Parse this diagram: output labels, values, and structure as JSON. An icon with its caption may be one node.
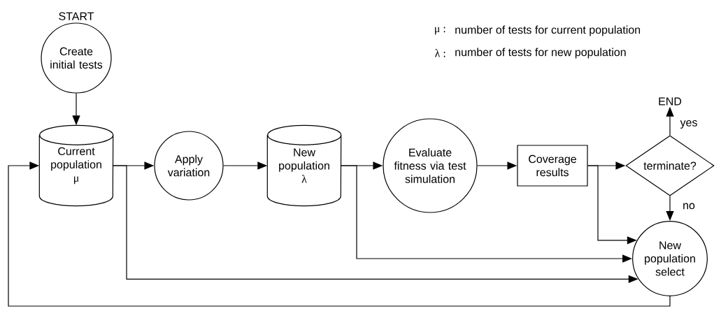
{
  "diagram": {
    "nodes": [
      {
        "text": [
          "START",
          "Create initial tests"
        ]
      },
      {
        "text": [
          "Current population",
          "μ"
        ]
      },
      {
        "text": [
          "Apply variation"
        ]
      },
      {
        "text": [
          "New population",
          "λ"
        ]
      },
      {
        "text": [
          "Evaluate fitness via test simulation"
        ]
      },
      {
        "text": [
          "Coverage results"
        ]
      },
      {
        "text": [
          "terminate?"
        ]
      },
      {
        "text": [
          "END"
        ]
      },
      {
        "text": [
          "New population select"
        ]
      }
    ],
    "edges": [
      {
        "from": 0,
        "to": 1,
        "arrow": "to"
      },
      {
        "from": 1,
        "to": 2,
        "arrow": "to"
      },
      {
        "from": 2,
        "to": 3,
        "arrow": "to"
      },
      {
        "from": 3,
        "to": 4,
        "arrow": "to"
      },
      {
        "from": 4,
        "to": 5,
        "arrow": "to"
      },
      {
        "from": 5,
        "to": 6,
        "arrow": "to"
      },
      {
        "from": 6,
        "to": 7,
        "arrow": "to",
        "label": "yes"
      },
      {
        "from": 6,
        "to": 8,
        "arrow": "to",
        "label": "no"
      },
      {
        "from": 5,
        "to": 8,
        "arrow": "to"
      },
      {
        "from": 3,
        "to": 8,
        "arrow": "to"
      },
      {
        "from": 1,
        "to": 8,
        "arrow": "to"
      },
      {
        "from": 8,
        "to": 1,
        "arrow": "to"
      }
    ],
    "labels": [
      "μ :",
      "number of tests for current population",
      "λ :",
      "number of tests for new population"
    ]
  }
}
